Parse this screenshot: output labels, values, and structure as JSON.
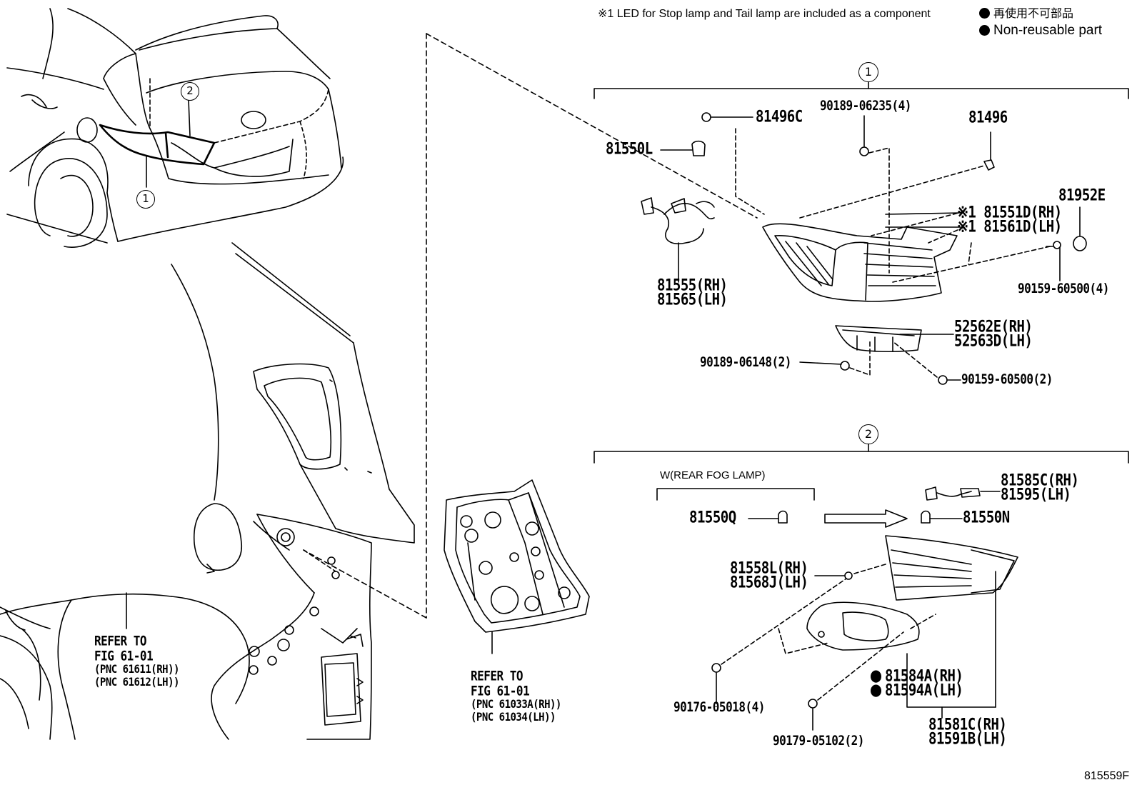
{
  "notes": {
    "led_note": "※1 LED for Stop lamp and Tail lamp are included as a component",
    "nonreusable_jp": "再使用不可部品",
    "nonreusable_en": "Non-reusable part"
  },
  "callouts": {
    "c1": "1",
    "c2": "2"
  },
  "group1": {
    "parts": {
      "p81496C": "81496C",
      "p90189_06235": "90189-06235(4)",
      "p81496": "81496",
      "p81550L": "81550L",
      "p81952E": "81952E",
      "p81551D": "※1 81551D(RH)",
      "p81561D": "※1 81561D(LH)",
      "p81555": "81555(RH)",
      "p81565": "81565(LH)",
      "p90159_60500_4": "90159-60500(4)",
      "p52562E": "52562E(RH)",
      "p52563D": "52563D(LH)",
      "p90189_06148": "90189-06148(2)",
      "p90159_60500_2": "90159-60500(2)"
    }
  },
  "group2": {
    "fog_label": "W(REAR FOG LAMP)",
    "parts": {
      "p81550Q": "81550Q",
      "p81550N": "81550N",
      "p81585C": "81585C(RH)",
      "p81595": "81595(LH)",
      "p81558L": "81558L(RH)",
      "p81568J": "81568J(LH)",
      "p81584A": "81584A(RH)",
      "p81594A": "81594A(LH)",
      "p90176_05018": "90176-05018(4)",
      "p81581C": "81581C(RH)",
      "p81591B": "81591B(LH)",
      "p90179_05102": "90179-05102(2)"
    }
  },
  "refs": {
    "ref1": {
      "l1": "REFER TO",
      "l2": "FIG 61-01",
      "l3": "(PNC 61611(RH))",
      "l4": "(PNC 61612(LH))"
    },
    "ref2": {
      "l1": "REFER TO",
      "l2": "FIG 61-01",
      "l3": "(PNC 61033A(RH))",
      "l4": "(PNC 61034(LH))"
    }
  },
  "diagram_code": "815559F"
}
